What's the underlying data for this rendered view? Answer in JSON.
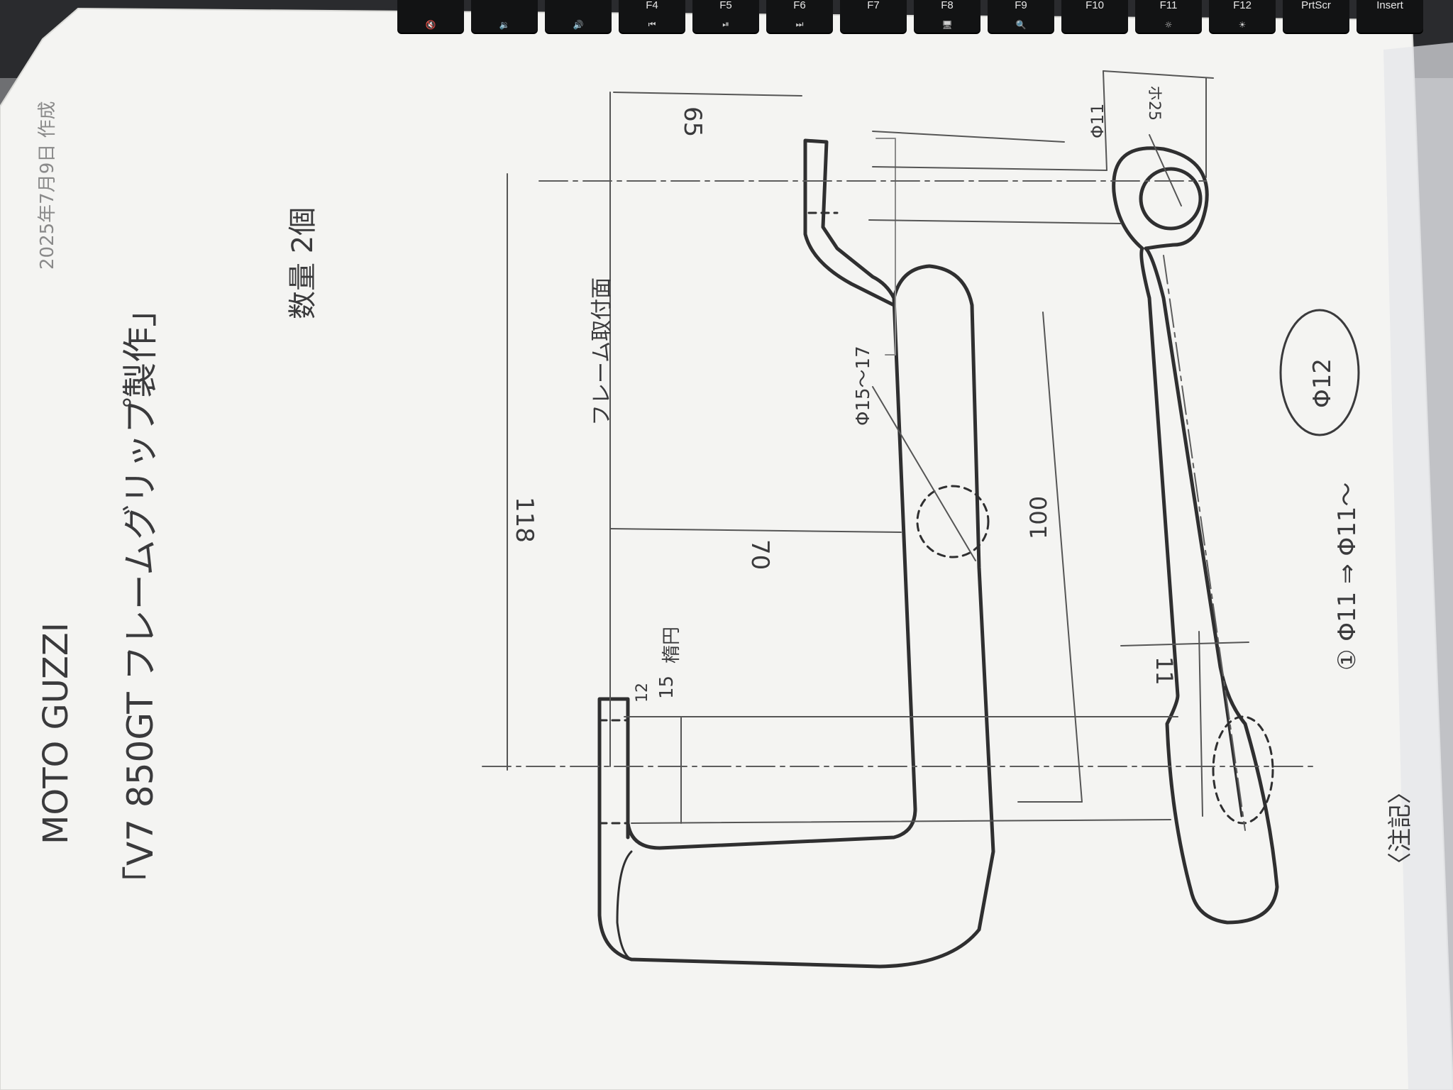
{
  "keyboard": {
    "keys": [
      {
        "label": "",
        "glyph": "🔇"
      },
      {
        "label": "",
        "glyph": "🔉"
      },
      {
        "label": "",
        "glyph": "🔊"
      },
      {
        "label": "F4",
        "glyph": "⏮"
      },
      {
        "label": "F5",
        "glyph": "⏯"
      },
      {
        "label": "F6",
        "glyph": "⏭"
      },
      {
        "label": "F7",
        "glyph": ""
      },
      {
        "label": "F8",
        "glyph": "🖥"
      },
      {
        "label": "F9",
        "glyph": "🔍"
      },
      {
        "label": "F10",
        "glyph": ""
      },
      {
        "label": "F11",
        "glyph": "☼"
      },
      {
        "label": "F12",
        "glyph": "☀"
      },
      {
        "label": "PrtScr",
        "glyph": ""
      },
      {
        "label": "Insert",
        "glyph": ""
      }
    ]
  },
  "drawing": {
    "date_note": "2025年7月9日 作成",
    "brand": "MOTO GUZZI",
    "title": "「V7 850GT フレームグリップ製作」",
    "quantity": "数量 2個",
    "mount_face": "フレーム取付面",
    "dims": {
      "d65": "65",
      "d118": "118",
      "d70": "70",
      "d100": "100",
      "d11": "11",
      "d25": "ホ25",
      "phi15_17": "Φ15～17",
      "phi12_hole": "Φ11",
      "frac_top": "12",
      "frac_bottom": "15",
      "oval": "楕円"
    },
    "note_heading": "〈注記〉",
    "note_line": "① Φ11 ⇒ Φ11～",
    "circled_value": "Φ12"
  }
}
